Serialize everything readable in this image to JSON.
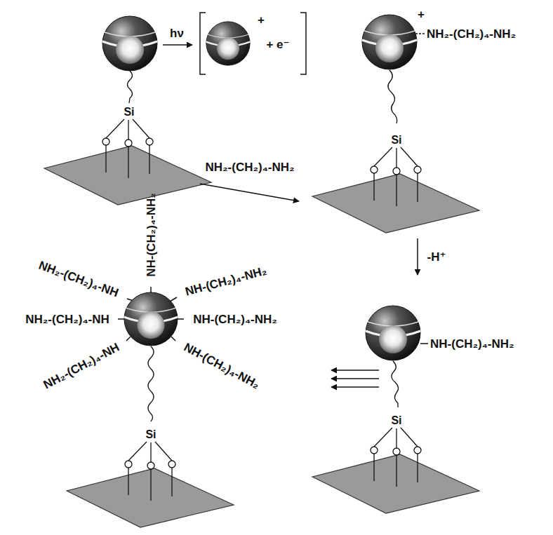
{
  "diagram": {
    "labels": [
      "hν",
      "+",
      "+ e⁻",
      "Si",
      "+",
      "NH₂-(CH₂)₄-NH₂",
      "Si",
      "NH₂-(CH₂)₄-NH₂",
      "-H⁺",
      "NH-(CH₂)₄-NH₂",
      "Si",
      "NH-(CH₂)₄-NH₂",
      "NH₂-(CH₂)₄-NH",
      "NH-(CH₂)₄-NH₂",
      "NH₂-(CH₂)₄-NH",
      "NH-(CH₂)₄-NH₂",
      "NH₂-(CH₂)₄-NH",
      "NH-(CH₂)₄-NH₂",
      "Si"
    ]
  }
}
